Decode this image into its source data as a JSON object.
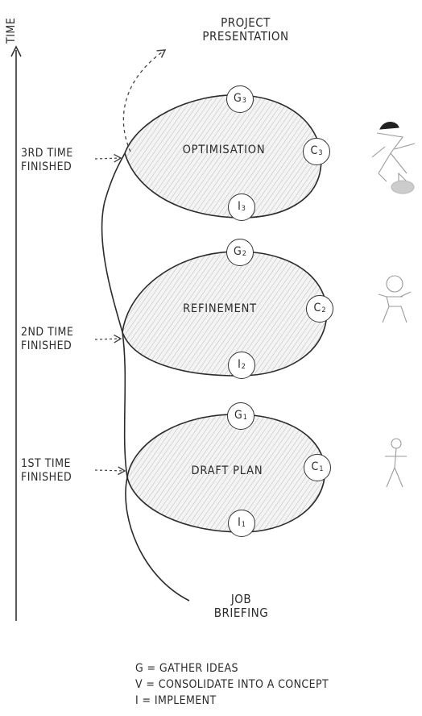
{
  "time_label": "TIME",
  "top_label": [
    "PROJECT",
    "PRESENTATION"
  ],
  "bottom_label": [
    "JOB",
    "BRIEFING"
  ],
  "finished_labels": [
    {
      "line1": "3RD TIME",
      "line2": "FINISHED"
    },
    {
      "line1": "2ND TIME",
      "line2": "FINISHED"
    },
    {
      "line1": "1ST TIME",
      "line2": "FINISHED"
    }
  ],
  "loops": [
    {
      "title": "OPTIMISATION",
      "g": "G",
      "g_sub": "3",
      "c": "C",
      "c_sub": "3",
      "i": "I",
      "i_sub": "3"
    },
    {
      "title": "REFINEMENT",
      "g": "G",
      "g_sub": "2",
      "c": "C",
      "c_sub": "2",
      "i": "I",
      "i_sub": "2"
    },
    {
      "title": "DRAFT PLAN",
      "g": "G",
      "g_sub": "1",
      "c": "C",
      "c_sub": "1",
      "i": "I",
      "i_sub": "1"
    }
  ],
  "legend": [
    "G = GATHER IDEAS",
    "V = CONSOLIDATE INTO A CONCEPT",
    "I = IMPLEMENT"
  ],
  "figures": [
    "figure-icon",
    "figure-icon",
    "figure-icon"
  ]
}
